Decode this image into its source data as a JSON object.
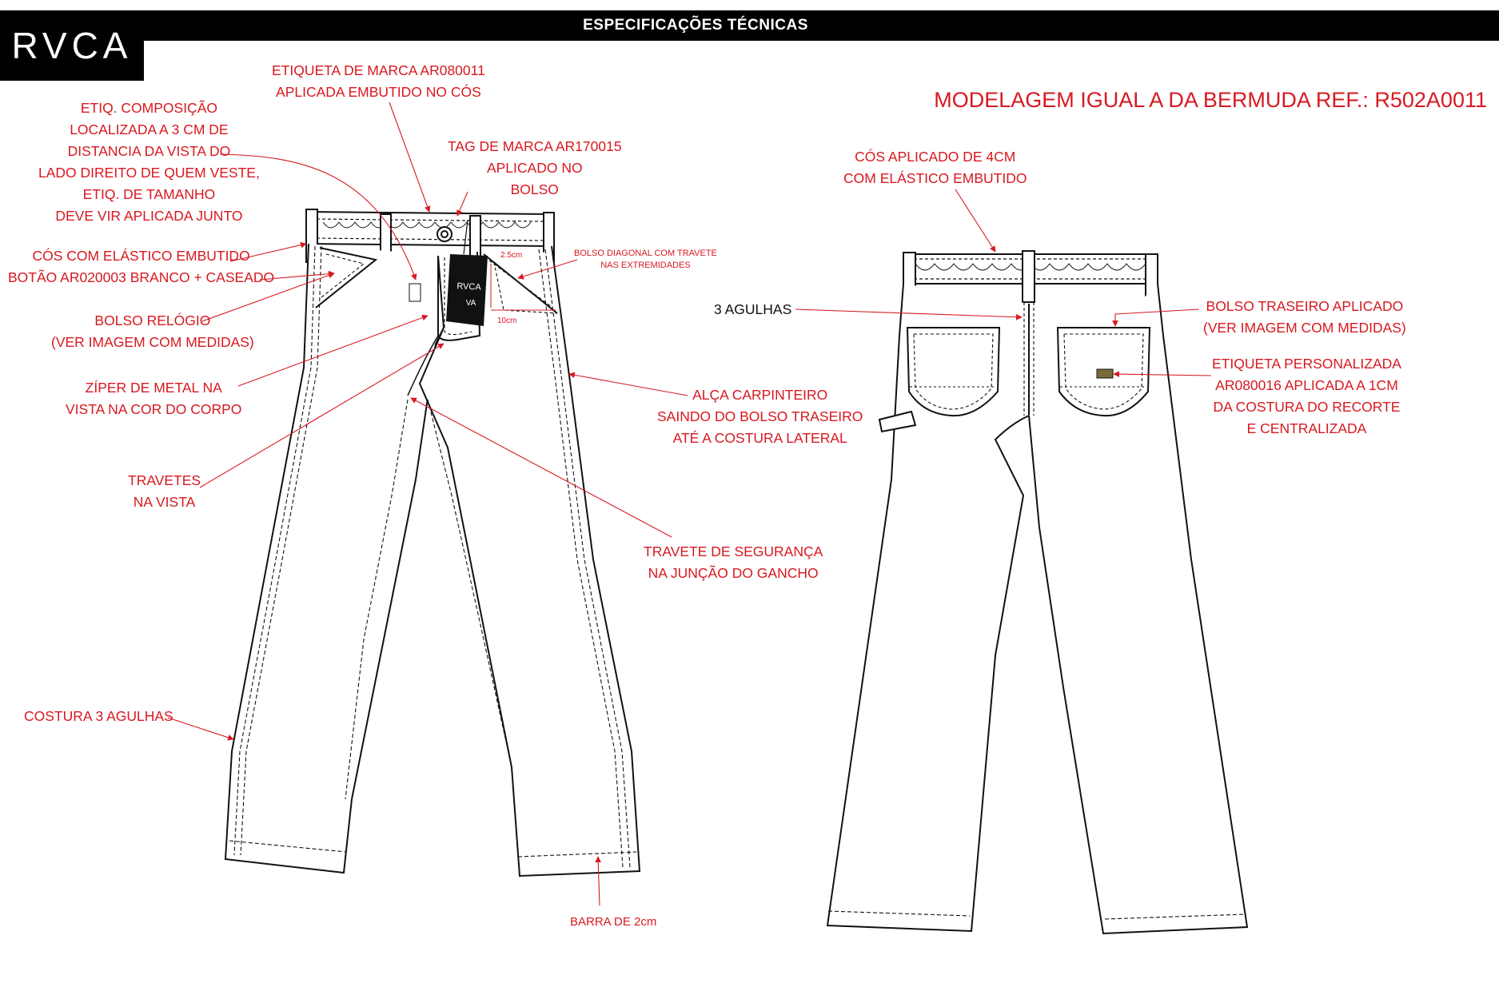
{
  "header": {
    "title": "ESPECIFICAÇÕES TÉCNICAS",
    "logo": "RVCA"
  },
  "headline": "MODELAGEM IGUAL A DA BERMUDA REF.: R502A0011",
  "front_notes": {
    "etiqueta_marca": "ETIQUETA DE MARCA AR080011\nAPLICADA EMBUTIDO NO CÓS",
    "etiq_composicao": "ETIQ. COMPOSIÇÃO\nLOCALIZADA A 3 CM DE\nDISTANCIA DA VISTA DO\nLADO DIREITO DE QUEM VESTE,\nETIQ. DE TAMANHO\nDEVE VIR APLICADA JUNTO",
    "tag_marca": "TAG DE MARCA AR170015\nAPLICADO NO\nBOLSO",
    "cos_elastico": "CÓS COM ELÁSTICO EMBUTIDO\nBOTÃO AR020003 BRANCO + CASEADO",
    "bolso_diagonal": "BOLSO DIAGONAL COM TRAVETE\nNAS EXTREMIDADES",
    "bolso_relogio": "BOLSO RELÓGIO\n(VER IMAGEM COM MEDIDAS)",
    "ziper": "ZÍPER DE METAL NA\nVISTA NA COR DO CORPO",
    "alca": "ALÇA CARPINTEIRO\nSAINDO DO BOLSO TRASEIRO\nATÉ A COSTURA LATERAL",
    "travetes": "TRAVETES\nNA VISTA",
    "travete_seguranca": "TRAVETE DE SEGURANÇA\nNA JUNÇÃO DO GANCHO",
    "costura": "COSTURA 3 AGULHAS",
    "barra": "BARRA DE 2cm"
  },
  "front_dimensions": {
    "pocket_depth": "2.5cm",
    "pocket_width": "10cm"
  },
  "tag_logo": "RVCA",
  "tag_icon": "VA",
  "back_notes": {
    "cos_aplicado": "CÓS APLICADO DE 4CM\nCOM ELÁSTICO EMBUTIDO",
    "tres_agulhas": "3 AGULHAS",
    "bolso_traseiro": "BOLSO TRASEIRO APLICADO\n(VER IMAGEM COM MEDIDAS)",
    "etiqueta_personalizada": "ETIQUETA PERSONALIZADA\nAR080016 APLICADA A 1CM\nDA COSTURA DO RECORTE\nE CENTRALIZADA"
  }
}
